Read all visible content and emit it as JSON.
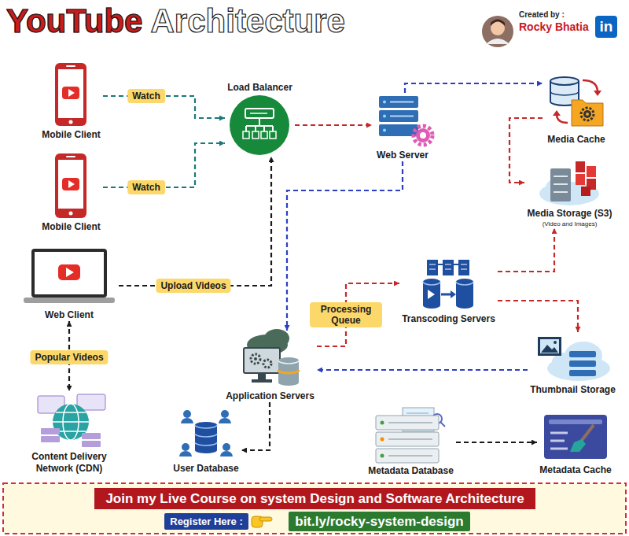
{
  "diagram": {
    "title": "YouTube Architecture",
    "nodes": [
      {
        "text": [
          "Mobile Client"
        ]
      },
      {
        "text": [
          "Load Balancer"
        ]
      },
      {
        "text": [
          "Web Server"
        ]
      },
      {
        "text": [
          "Media Cache"
        ]
      },
      {
        "text": [
          "Mobile Client"
        ]
      },
      {
        "text": [
          "Media Storage (S3)",
          "(Video and Images)"
        ]
      },
      {
        "text": [
          "Web Client"
        ]
      },
      {
        "text": [
          "Transcoding Servers"
        ]
      },
      {
        "text": [
          "Thumbnail Storage"
        ]
      },
      {
        "text": [
          "Application Servers"
        ]
      },
      {
        "text": [
          "Content Delivery Network (CDN)"
        ]
      },
      {
        "text": [
          "User Database"
        ]
      },
      {
        "text": [
          "Metadata Database"
        ]
      },
      {
        "text": [
          "Metadata Cache"
        ]
      },
      {
        "text": [
          "Join my Live Course on system Design and Software Architecture"
        ]
      },
      {
        "text": [
          "Register Here :"
        ]
      },
      {
        "text": [
          "bit.ly/rocky-system-design"
        ]
      }
    ],
    "edges": [
      {
        "from": 0,
        "to": 1,
        "label": "Watch",
        "arrow": "to"
      },
      {
        "from": 4,
        "to": 1,
        "label": "Watch",
        "arrow": "to"
      },
      {
        "from": 6,
        "to": 1,
        "label": "Upload Videos",
        "arrow": "to"
      },
      {
        "from": 1,
        "to": 2,
        "arrow": "to"
      },
      {
        "from": 2,
        "to": 3,
        "arrow": "to"
      },
      {
        "from": 3,
        "to": 5,
        "arrow": "to"
      },
      {
        "from": 2,
        "to": 9,
        "arrow": "to"
      },
      {
        "from": 9,
        "to": 7,
        "label": "Processing Queue",
        "arrow": "to"
      },
      {
        "from": 7,
        "to": 5,
        "arrow": "to"
      },
      {
        "from": 7,
        "to": 8,
        "arrow": "to"
      },
      {
        "from": 8,
        "to": 9,
        "arrow": "to"
      },
      {
        "from": 6,
        "to": 10,
        "label": "Popular Videos",
        "arrow": "both"
      },
      {
        "from": 9,
        "to": 11,
        "arrow": "to"
      },
      {
        "from": 12,
        "to": 13,
        "arrow": "to"
      }
    ],
    "labels": [
      "Created by :",
      "Rocky Bhatia",
      "in"
    ]
  }
}
